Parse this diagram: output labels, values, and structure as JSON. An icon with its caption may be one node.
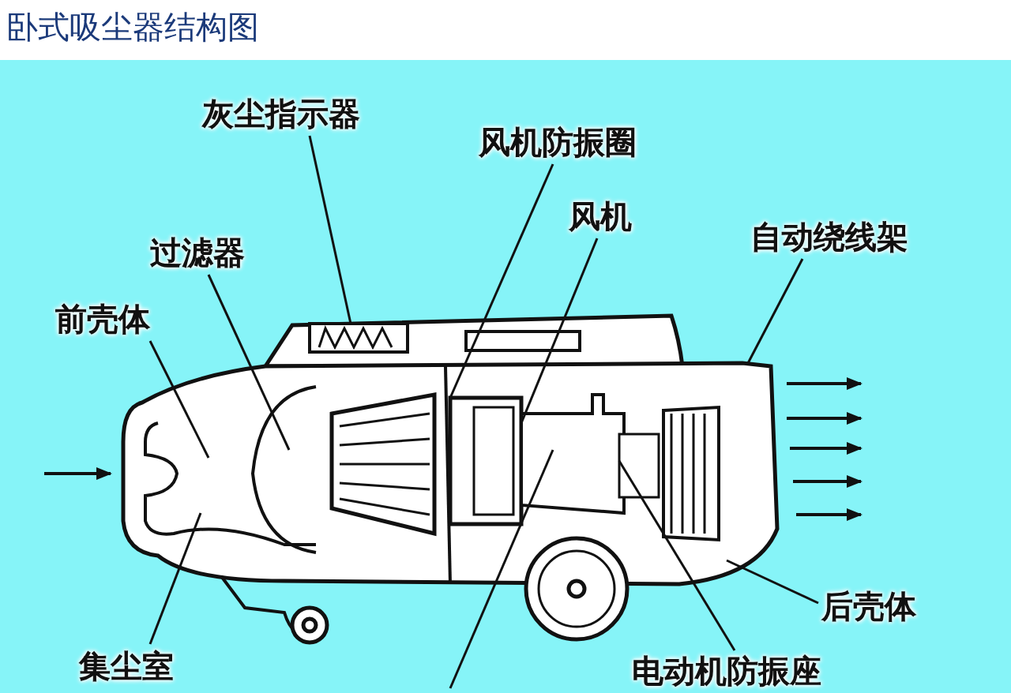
{
  "diagram": {
    "title": "卧式吸尘器结构图",
    "nodes": [
      {
        "text": [
          "灰尘指示器"
        ]
      },
      {
        "text": [
          "风机防振圈"
        ]
      },
      {
        "text": [
          "风机"
        ]
      },
      {
        "text": [
          "自动绕线架"
        ]
      },
      {
        "text": [
          "过滤器"
        ]
      },
      {
        "text": [
          "前壳体"
        ]
      },
      {
        "text": [
          "集尘室"
        ]
      },
      {
        "text": [
          "后壳体"
        ]
      },
      {
        "text": [
          "电动机防振座"
        ]
      }
    ],
    "edges": [
      {
        "from": 0,
        "to": null,
        "arrow": "none"
      },
      {
        "from": 1,
        "to": null,
        "arrow": "none"
      },
      {
        "from": 2,
        "to": null,
        "arrow": "none"
      },
      {
        "from": 3,
        "to": null,
        "arrow": "none"
      },
      {
        "from": 4,
        "to": null,
        "arrow": "none"
      },
      {
        "from": 5,
        "to": null,
        "arrow": "none"
      },
      {
        "from": 6,
        "to": null,
        "arrow": "none"
      },
      {
        "from": 7,
        "to": null,
        "arrow": "none"
      },
      {
        "from": 8,
        "to": null,
        "arrow": "none"
      }
    ]
  }
}
